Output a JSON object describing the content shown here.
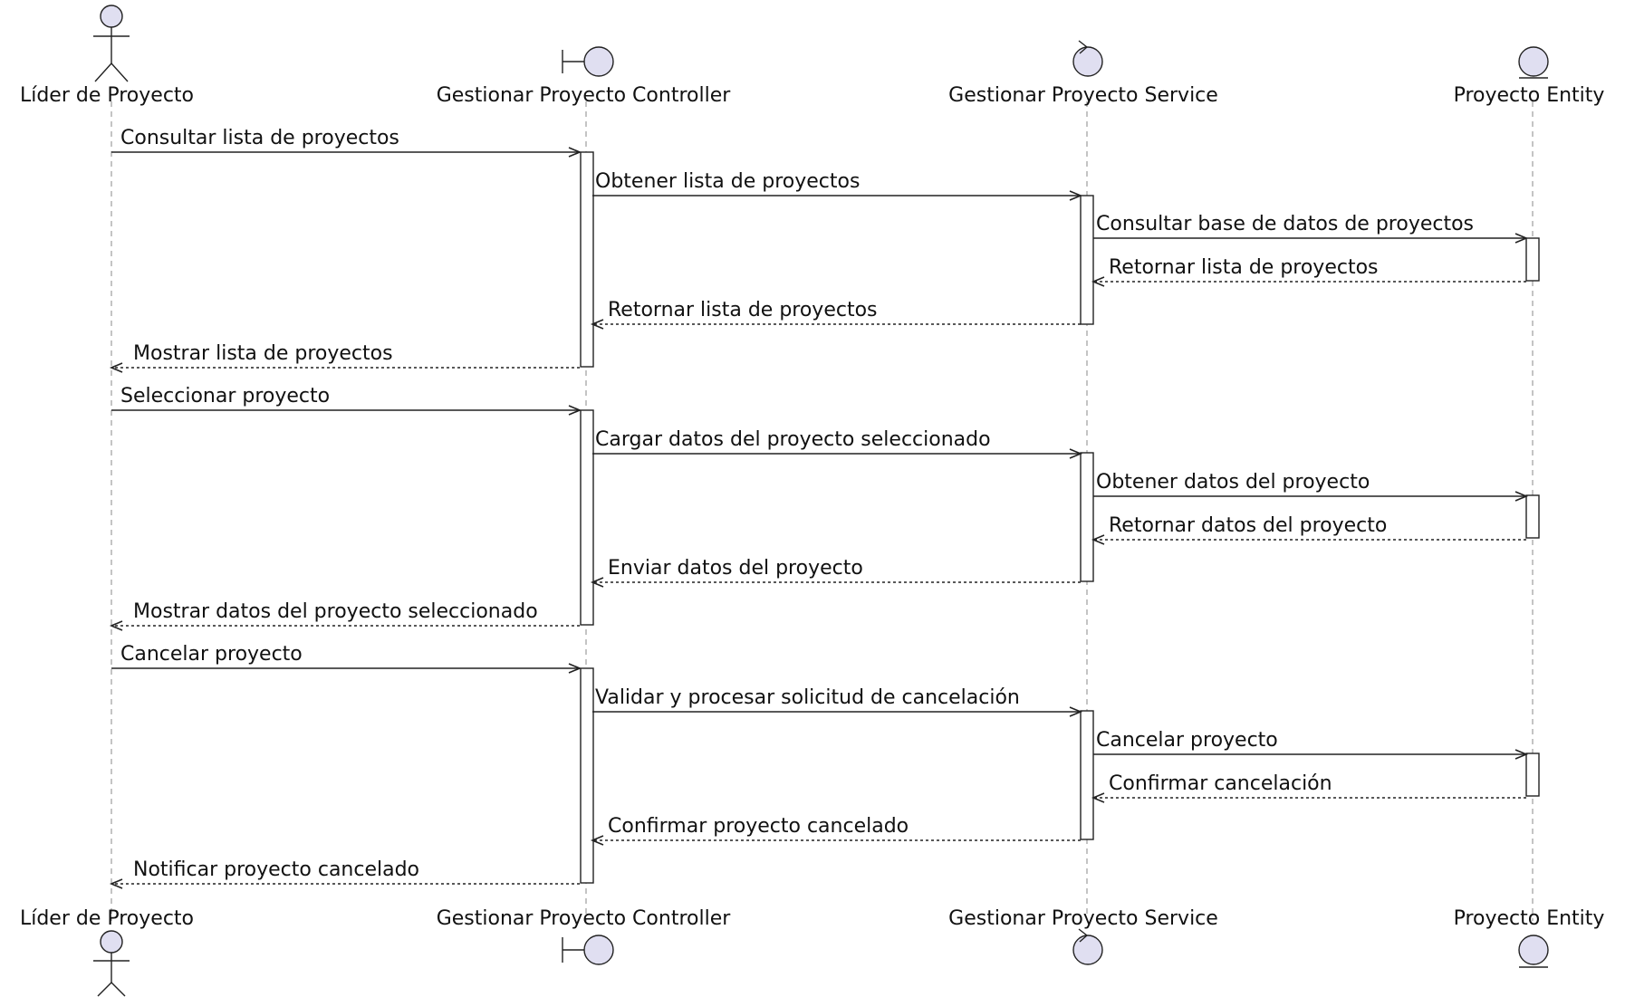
{
  "participants": [
    {
      "id": "lider",
      "kind": "actor",
      "label": "Líder de Proyecto"
    },
    {
      "id": "controller",
      "kind": "boundary",
      "label": "Gestionar Proyecto Controller"
    },
    {
      "id": "service",
      "kind": "control",
      "label": "Gestionar Proyecto Service"
    },
    {
      "id": "entity",
      "kind": "entity",
      "label": "Proyecto Entity"
    }
  ],
  "messages": [
    {
      "from": "lider",
      "to": "controller",
      "type": "call",
      "text": "Consultar lista de proyectos"
    },
    {
      "from": "controller",
      "to": "service",
      "type": "call",
      "text": "Obtener lista de proyectos"
    },
    {
      "from": "service",
      "to": "entity",
      "type": "call",
      "text": "Consultar base de datos de proyectos"
    },
    {
      "from": "entity",
      "to": "service",
      "type": "return",
      "text": "Retornar lista de proyectos"
    },
    {
      "from": "service",
      "to": "controller",
      "type": "return",
      "text": "Retornar lista de proyectos"
    },
    {
      "from": "controller",
      "to": "lider",
      "type": "return",
      "text": "Mostrar lista de proyectos"
    },
    {
      "from": "lider",
      "to": "controller",
      "type": "call",
      "text": "Seleccionar proyecto"
    },
    {
      "from": "controller",
      "to": "service",
      "type": "call",
      "text": "Cargar datos del proyecto seleccionado"
    },
    {
      "from": "service",
      "to": "entity",
      "type": "call",
      "text": "Obtener datos del proyecto"
    },
    {
      "from": "entity",
      "to": "service",
      "type": "return",
      "text": "Retornar datos del proyecto"
    },
    {
      "from": "service",
      "to": "controller",
      "type": "return",
      "text": "Enviar datos del proyecto"
    },
    {
      "from": "controller",
      "to": "lider",
      "type": "return",
      "text": "Mostrar datos del proyecto seleccionado"
    },
    {
      "from": "lider",
      "to": "controller",
      "type": "call",
      "text": "Cancelar proyecto"
    },
    {
      "from": "controller",
      "to": "service",
      "type": "call",
      "text": "Validar y procesar solicitud de cancelación"
    },
    {
      "from": "service",
      "to": "entity",
      "type": "call",
      "text": "Cancelar proyecto"
    },
    {
      "from": "entity",
      "to": "service",
      "type": "return",
      "text": "Confirmar cancelación"
    },
    {
      "from": "service",
      "to": "controller",
      "type": "return",
      "text": "Confirmar proyecto cancelado"
    },
    {
      "from": "controller",
      "to": "lider",
      "type": "return",
      "text": "Notificar proyecto cancelado"
    }
  ]
}
